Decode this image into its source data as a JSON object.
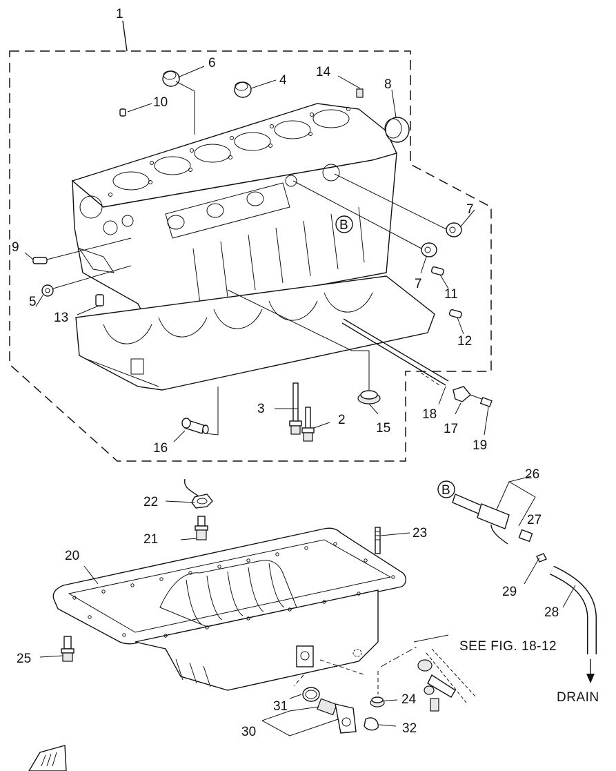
{
  "callouts": {
    "c1": "1",
    "c2": "2",
    "c3": "3",
    "c4": "4",
    "c5": "5",
    "c6": "6",
    "c7a": "7",
    "c7b": "7",
    "c8": "8",
    "c9": "9",
    "c10": "10",
    "c11": "11",
    "c12": "12",
    "c13": "13",
    "c14": "14",
    "c15": "15",
    "c16": "16",
    "c17": "17",
    "c18": "18",
    "c19": "19",
    "c20": "20",
    "c21": "21",
    "c22": "22",
    "c23": "23",
    "c24": "24",
    "c25": "25",
    "c26": "26",
    "c27": "27",
    "c28": "28",
    "c29": "29",
    "c30": "30",
    "c31": "31",
    "c32": "32"
  },
  "markers": {
    "b_block": "B",
    "b_hose": "B"
  },
  "notes": {
    "see_fig": "SEE FIG. 18-12",
    "drain": "DRAIN"
  }
}
